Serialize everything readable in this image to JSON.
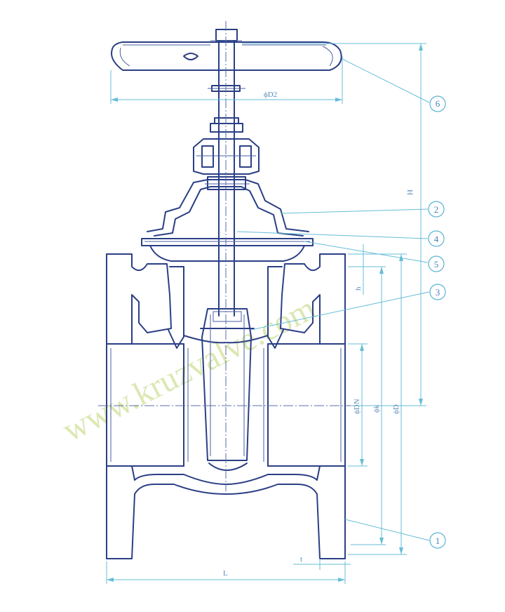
{
  "watermark": "www.kruzvalve.com",
  "callouts": [
    {
      "id": "c6",
      "label": "6"
    },
    {
      "id": "c2",
      "label": "2"
    },
    {
      "id": "c4",
      "label": "4"
    },
    {
      "id": "c5",
      "label": "5"
    },
    {
      "id": "c3",
      "label": "3"
    },
    {
      "id": "c1",
      "label": "1"
    }
  ],
  "dimensions": {
    "d2": "ϕD2",
    "h_total": "H",
    "h_small": "h",
    "dn": "ϕDN",
    "d_pitch": "ϕk",
    "d_outer": "ϕD",
    "t": "t",
    "l": "L"
  },
  "colors": {
    "line": "#2b3f86",
    "dimension": "#66bdd8",
    "watermark": "#d6e4a6"
  }
}
